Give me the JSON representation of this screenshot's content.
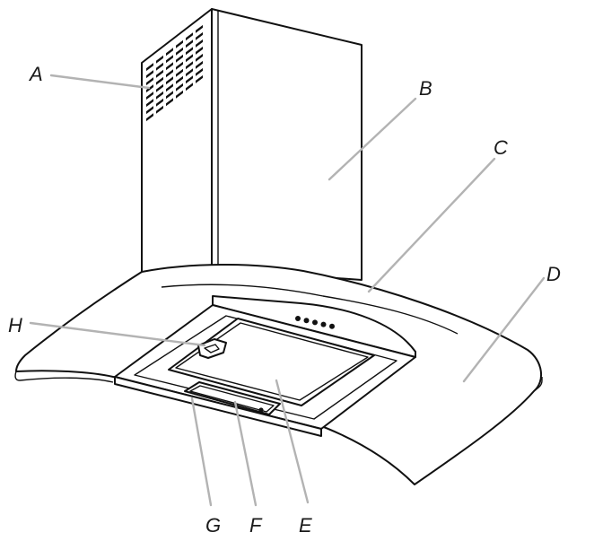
{
  "figure": {
    "labels": {
      "a": "A",
      "b": "B",
      "c": "C",
      "d": "D",
      "e": "E",
      "f": "F",
      "g": "G",
      "h": "H"
    }
  }
}
